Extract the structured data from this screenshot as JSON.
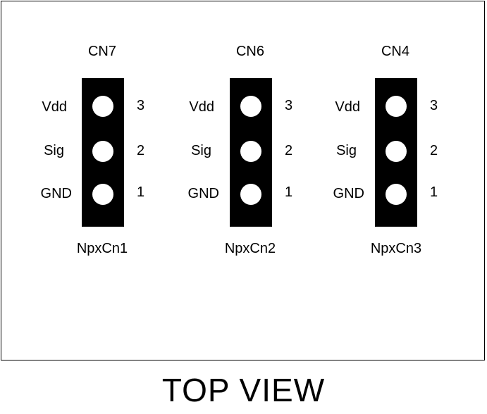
{
  "connectors": [
    {
      "name": "CN7",
      "net": "NpxCn1",
      "pins": [
        {
          "label": "Vdd",
          "num": "3"
        },
        {
          "label": "Sig",
          "num": "2"
        },
        {
          "label": "GND",
          "num": "1"
        }
      ]
    },
    {
      "name": "CN6",
      "net": "NpxCn2",
      "pins": [
        {
          "label": "Vdd",
          "num": "3"
        },
        {
          "label": "Sig",
          "num": "2"
        },
        {
          "label": "GND",
          "num": "1"
        }
      ]
    },
    {
      "name": "CN4",
      "net": "NpxCn3",
      "pins": [
        {
          "label": "Vdd",
          "num": "3"
        },
        {
          "label": "Sig",
          "num": "2"
        },
        {
          "label": "GND",
          "num": "1"
        }
      ]
    }
  ],
  "footer_label": "TOP VIEW"
}
